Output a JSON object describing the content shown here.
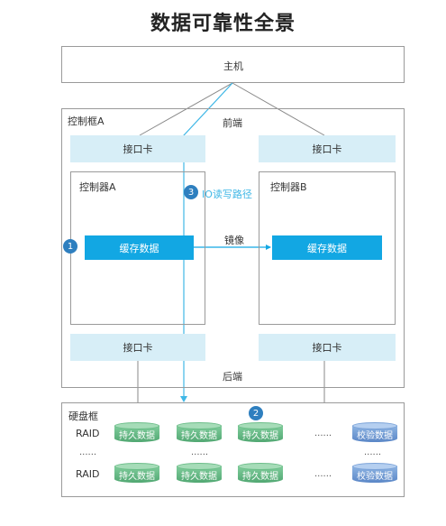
{
  "title": "数据可靠性全景",
  "host_label": "主机",
  "controller_frame_label": "控制框A",
  "front_end_label": "前端",
  "back_end_label": "后端",
  "interface_card_label": "接口卡",
  "controller_a_label": "控制器A",
  "controller_b_label": "控制器B",
  "cache_label": "缓存数据",
  "mirror_label": "镜像",
  "io_path_label": "IO读写路径",
  "step_1": "1",
  "step_2": "2",
  "step_3": "3",
  "disk_frame_label": "硬盘框",
  "raid_label": "RAID",
  "ellipsis": "......",
  "persistent_data_label": "持久数据",
  "parity_data_label": "校验数据",
  "colors": {
    "cache_fill": "#12a7e3",
    "interface_fill": "#d7eef7",
    "io_path_line": "#3fb7e6",
    "step_badge": "#2e7fbf",
    "persistent_disk": "#6bbd88",
    "parity_disk": "#6f97d2"
  }
}
